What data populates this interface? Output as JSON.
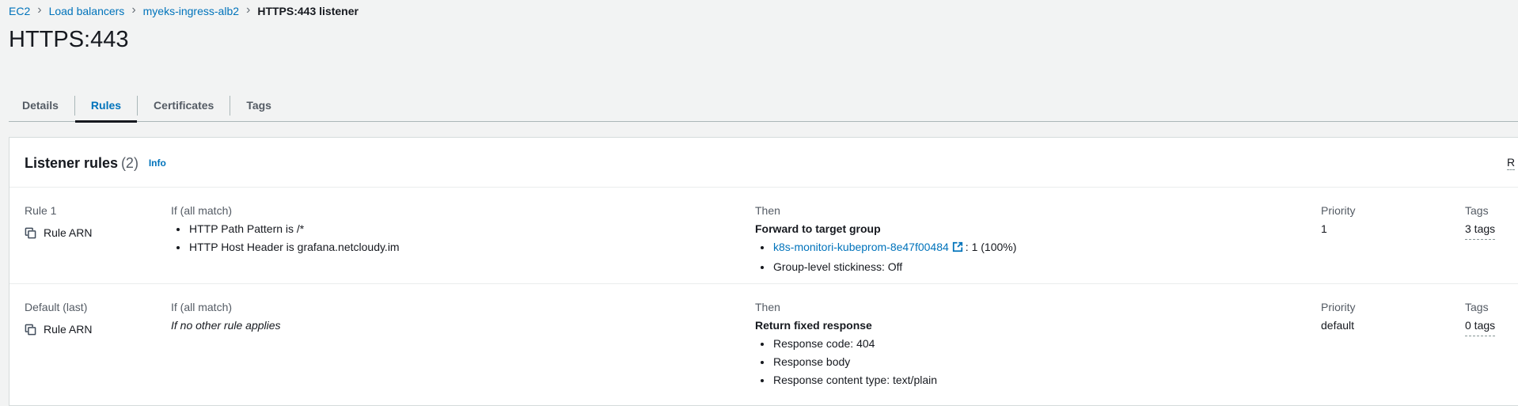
{
  "breadcrumb": {
    "separator": "›",
    "items": [
      {
        "label": "EC2"
      },
      {
        "label": "Load balancers"
      },
      {
        "label": "myeks-ingress-alb2"
      },
      {
        "label": "HTTPS:443 listener"
      }
    ]
  },
  "page": {
    "title": "HTTPS:443"
  },
  "tabs": {
    "items": [
      {
        "label": "Details"
      },
      {
        "label": "Rules"
      },
      {
        "label": "Certificates"
      },
      {
        "label": "Tags"
      }
    ],
    "active": "Rules"
  },
  "colors": {
    "accent_link": "#0073bb",
    "active_tab_underline": "#16191f",
    "text_dark": "#16191f",
    "text_gray": "#545b64",
    "page_bg": "#f2f3f3",
    "panel_border": "#d5dbdb",
    "row_divider": "#eaeded"
  },
  "panel": {
    "title": "Listener rules",
    "count": "(2)",
    "info_label": "Info",
    "clipped_action_label": "R",
    "labels": {
      "if_header": "If (all match)",
      "then_header": "Then",
      "priority": "Priority",
      "tags": "Tags",
      "rule_arn": "Rule ARN"
    },
    "rules": [
      {
        "name": "Rule 1",
        "conditions": [
          "HTTP Path Pattern is /*",
          "HTTP Host Header is grafana.netcloudy.im"
        ],
        "action_title": "Forward to target group",
        "target_link": "k8s-monitori-kubeprom-8e47f00484",
        "target_suffix": ": 1 (100%)",
        "extra_items": [
          "Group-level stickiness: Off"
        ],
        "priority": "1",
        "tags": "3 tags"
      },
      {
        "name": "Default (last)",
        "if_note": "If no other rule applies",
        "action_title": "Return fixed response",
        "action_items": [
          "Response code: 404",
          "Response body",
          "Response content type: text/plain"
        ],
        "priority": "default",
        "tags": "0 tags"
      }
    ]
  }
}
